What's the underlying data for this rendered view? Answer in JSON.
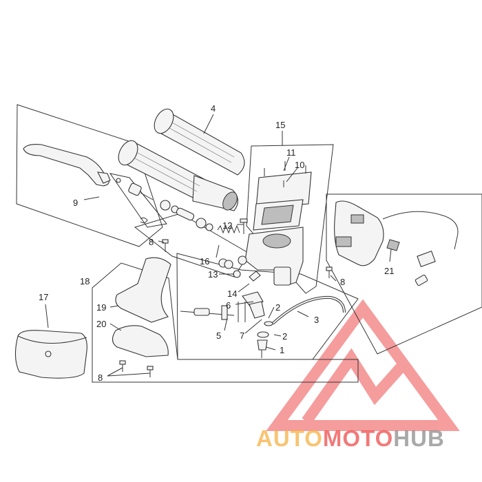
{
  "labels": {
    "l1": "1",
    "l2a": "2",
    "l2b": "2",
    "l3": "3",
    "l4": "4",
    "l5": "5",
    "l6": "6",
    "l7": "7",
    "l8a": "8",
    "l8b": "8",
    "l8c": "8",
    "l9": "9",
    "l10": "10",
    "l11": "11",
    "l12": "12",
    "l13": "13",
    "l14": "14",
    "l15": "15",
    "l16": "16",
    "l17": "17",
    "l18": "18",
    "l19": "19",
    "l20": "20",
    "l21": "21"
  },
  "watermark": {
    "part1": "AUTO",
    "part2": "MOTO",
    "part3": "HUB"
  },
  "colors": {
    "watermark_red": "#ee4d4d",
    "watermark_orange": "#f5b041",
    "watermark_grey": "#8c8c8c"
  }
}
